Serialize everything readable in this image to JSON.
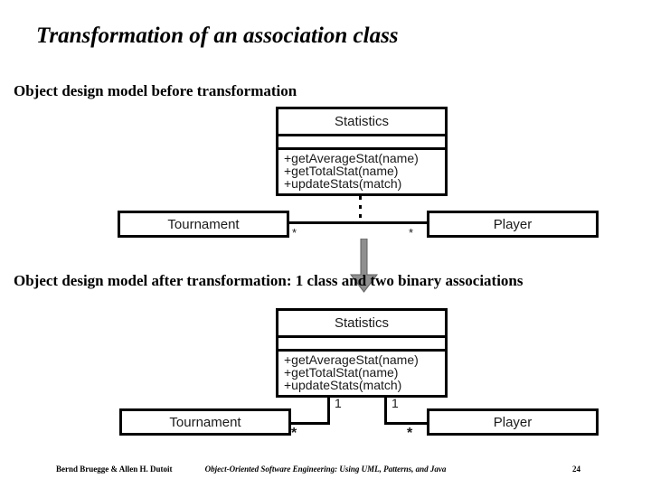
{
  "slide": {
    "title": "Transformation of an association class",
    "footer": {
      "authors": "Bernd Bruegge & Allen H. Dutoit",
      "book_title": "Object-Oriented Software Engineering: Using UML, Patterns, and Java",
      "page_number": "24"
    }
  },
  "before": {
    "heading": "Object design model before transformation",
    "statistics": {
      "name": "Statistics",
      "operations": [
        "+getAverageStat(name)",
        "+getTotalStat(name)",
        "+updateStats(match)"
      ]
    },
    "tournament": "Tournament",
    "player": "Player",
    "mult_tournament_end": "*",
    "mult_player_end": "*"
  },
  "after": {
    "heading": "Object design model after transformation: 1 class and two binary associations",
    "statistics": {
      "name": "Statistics",
      "operations": [
        "+getAverageStat(name)",
        "+getTotalStat(name)",
        "+updateStats(match)"
      ]
    },
    "tournament": "Tournament",
    "player": "Player",
    "mult_statistics_tournament_end": "1",
    "mult_statistics_player_end": "1",
    "mult_tournament_end": "*",
    "mult_player_end": "*"
  },
  "colors": {
    "arrow_fill": "#8f8f8f",
    "arrow_stroke": "#5f5f5f",
    "line": "#000000",
    "background": "#ffffff"
  }
}
